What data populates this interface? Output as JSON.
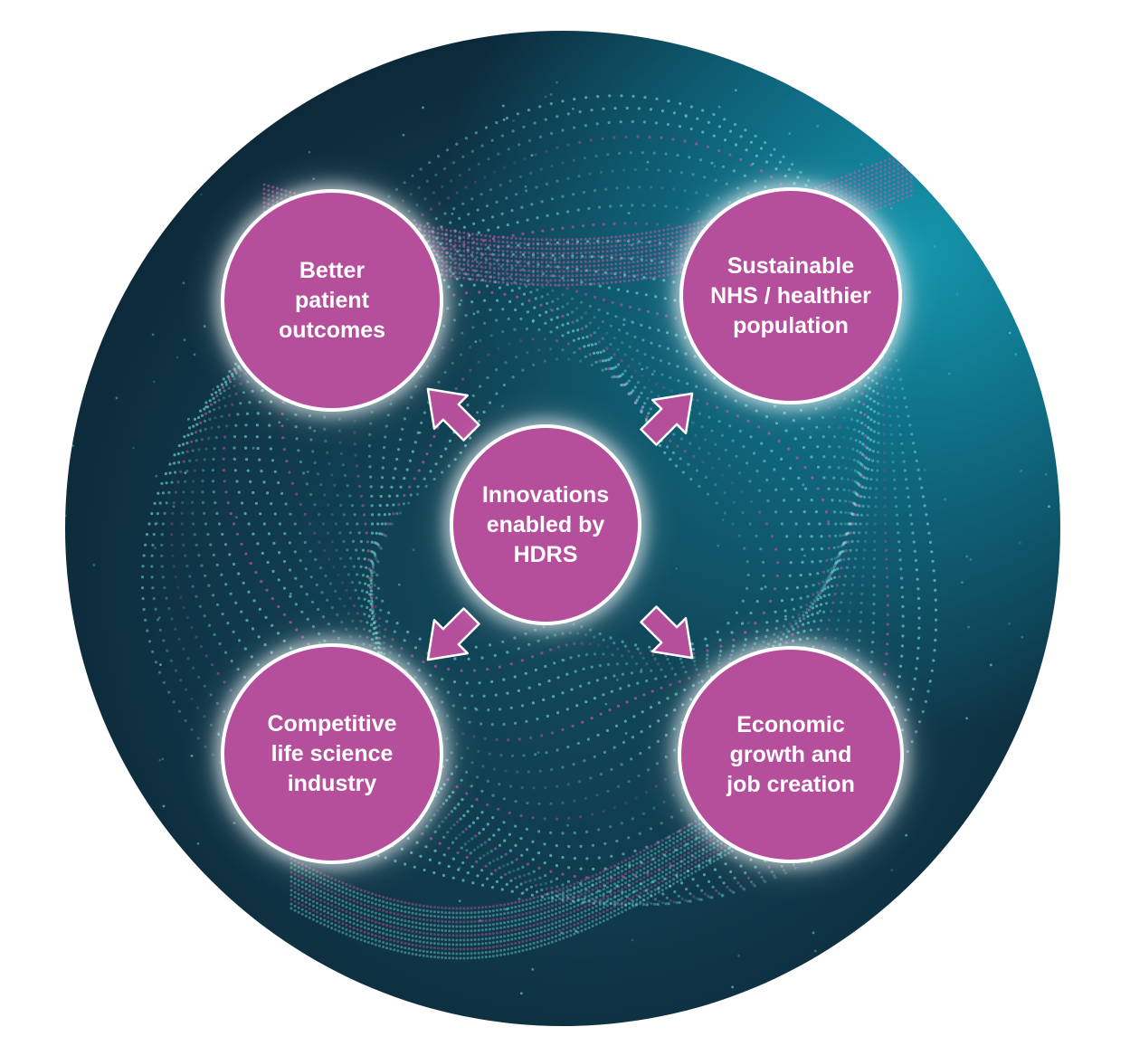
{
  "diagram": {
    "center": {
      "label": "Innovations\nenabled by\nHDRS"
    },
    "outcomes": {
      "top_left": "Better\npatient\noutcomes",
      "top_right": "Sustainable\nNHS / healthier\npopulation",
      "bottom_left": "Competitive\nlife science\nindustry",
      "bottom_right": "Economic\ngrowth and\njob creation"
    },
    "colors": {
      "node_fill": "#b54f9b",
      "node_border": "#ffffff",
      "arrow_fill": "#b54f9b",
      "background_dark": "#0c2838",
      "background_teal": "#1596ad",
      "dot_teal": "#6fd3cf",
      "dot_pink": "#c35aa3"
    }
  }
}
